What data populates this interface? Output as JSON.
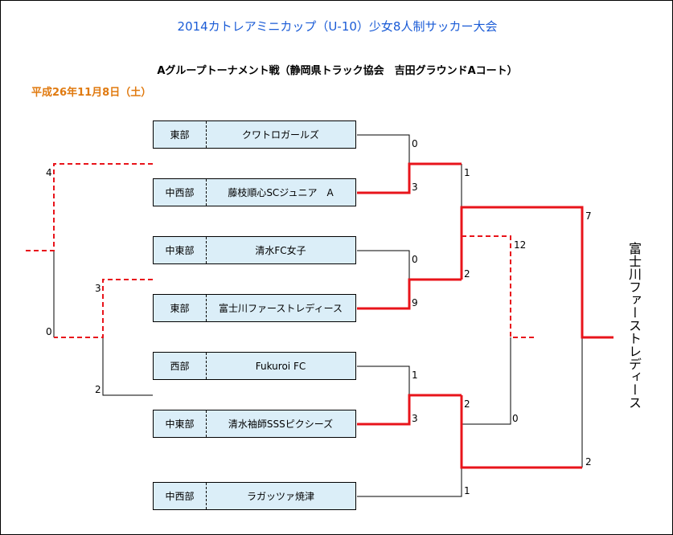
{
  "title": "2014カトレアミニカップ（U-10）少女8人制サッカー大会",
  "subtitle": "Aグループトーナメント戦（静岡県トラック協会　吉田グラウンドAコート）",
  "date": "平成26年11月8日（土）",
  "teams": [
    {
      "region": "東部",
      "name": "クワトロガールズ"
    },
    {
      "region": "中西部",
      "name": "藤枝順心SCジュニア　A"
    },
    {
      "region": "中東部",
      "name": "清水FC女子"
    },
    {
      "region": "東部",
      "name": "富士川ファーストレディース"
    },
    {
      "region": "西部",
      "name": "Fukuroi FC"
    },
    {
      "region": "中東部",
      "name": "清水袖師SSSピクシーズ"
    },
    {
      "region": "中西部",
      "name": "ラガッツァ焼津"
    }
  ],
  "scores": {
    "r1_m1_top": "0",
    "r1_m1_bottom": "3",
    "r1_m2_top": "0",
    "r1_m2_bottom": "9",
    "r1_m3_top": "1",
    "r1_m3_bottom": "3",
    "r2_m1_top": "1",
    "r2_m1_bottom": "2",
    "r2_m2_top": "2",
    "r2_m2_bottom": "1",
    "r3_top": "12",
    "r3_bottom": "0",
    "final_top": "7",
    "final_bottom": "2",
    "left_a": "4",
    "left_b": "3",
    "left_c": "0",
    "left_d": "2"
  },
  "champion": "富士川ファーストレディース",
  "colors": {
    "win_line": "#e8141b",
    "line": "#000000",
    "team_bg": "#dbeef8",
    "title": "#1a5bd6",
    "date": "#e07a10"
  }
}
